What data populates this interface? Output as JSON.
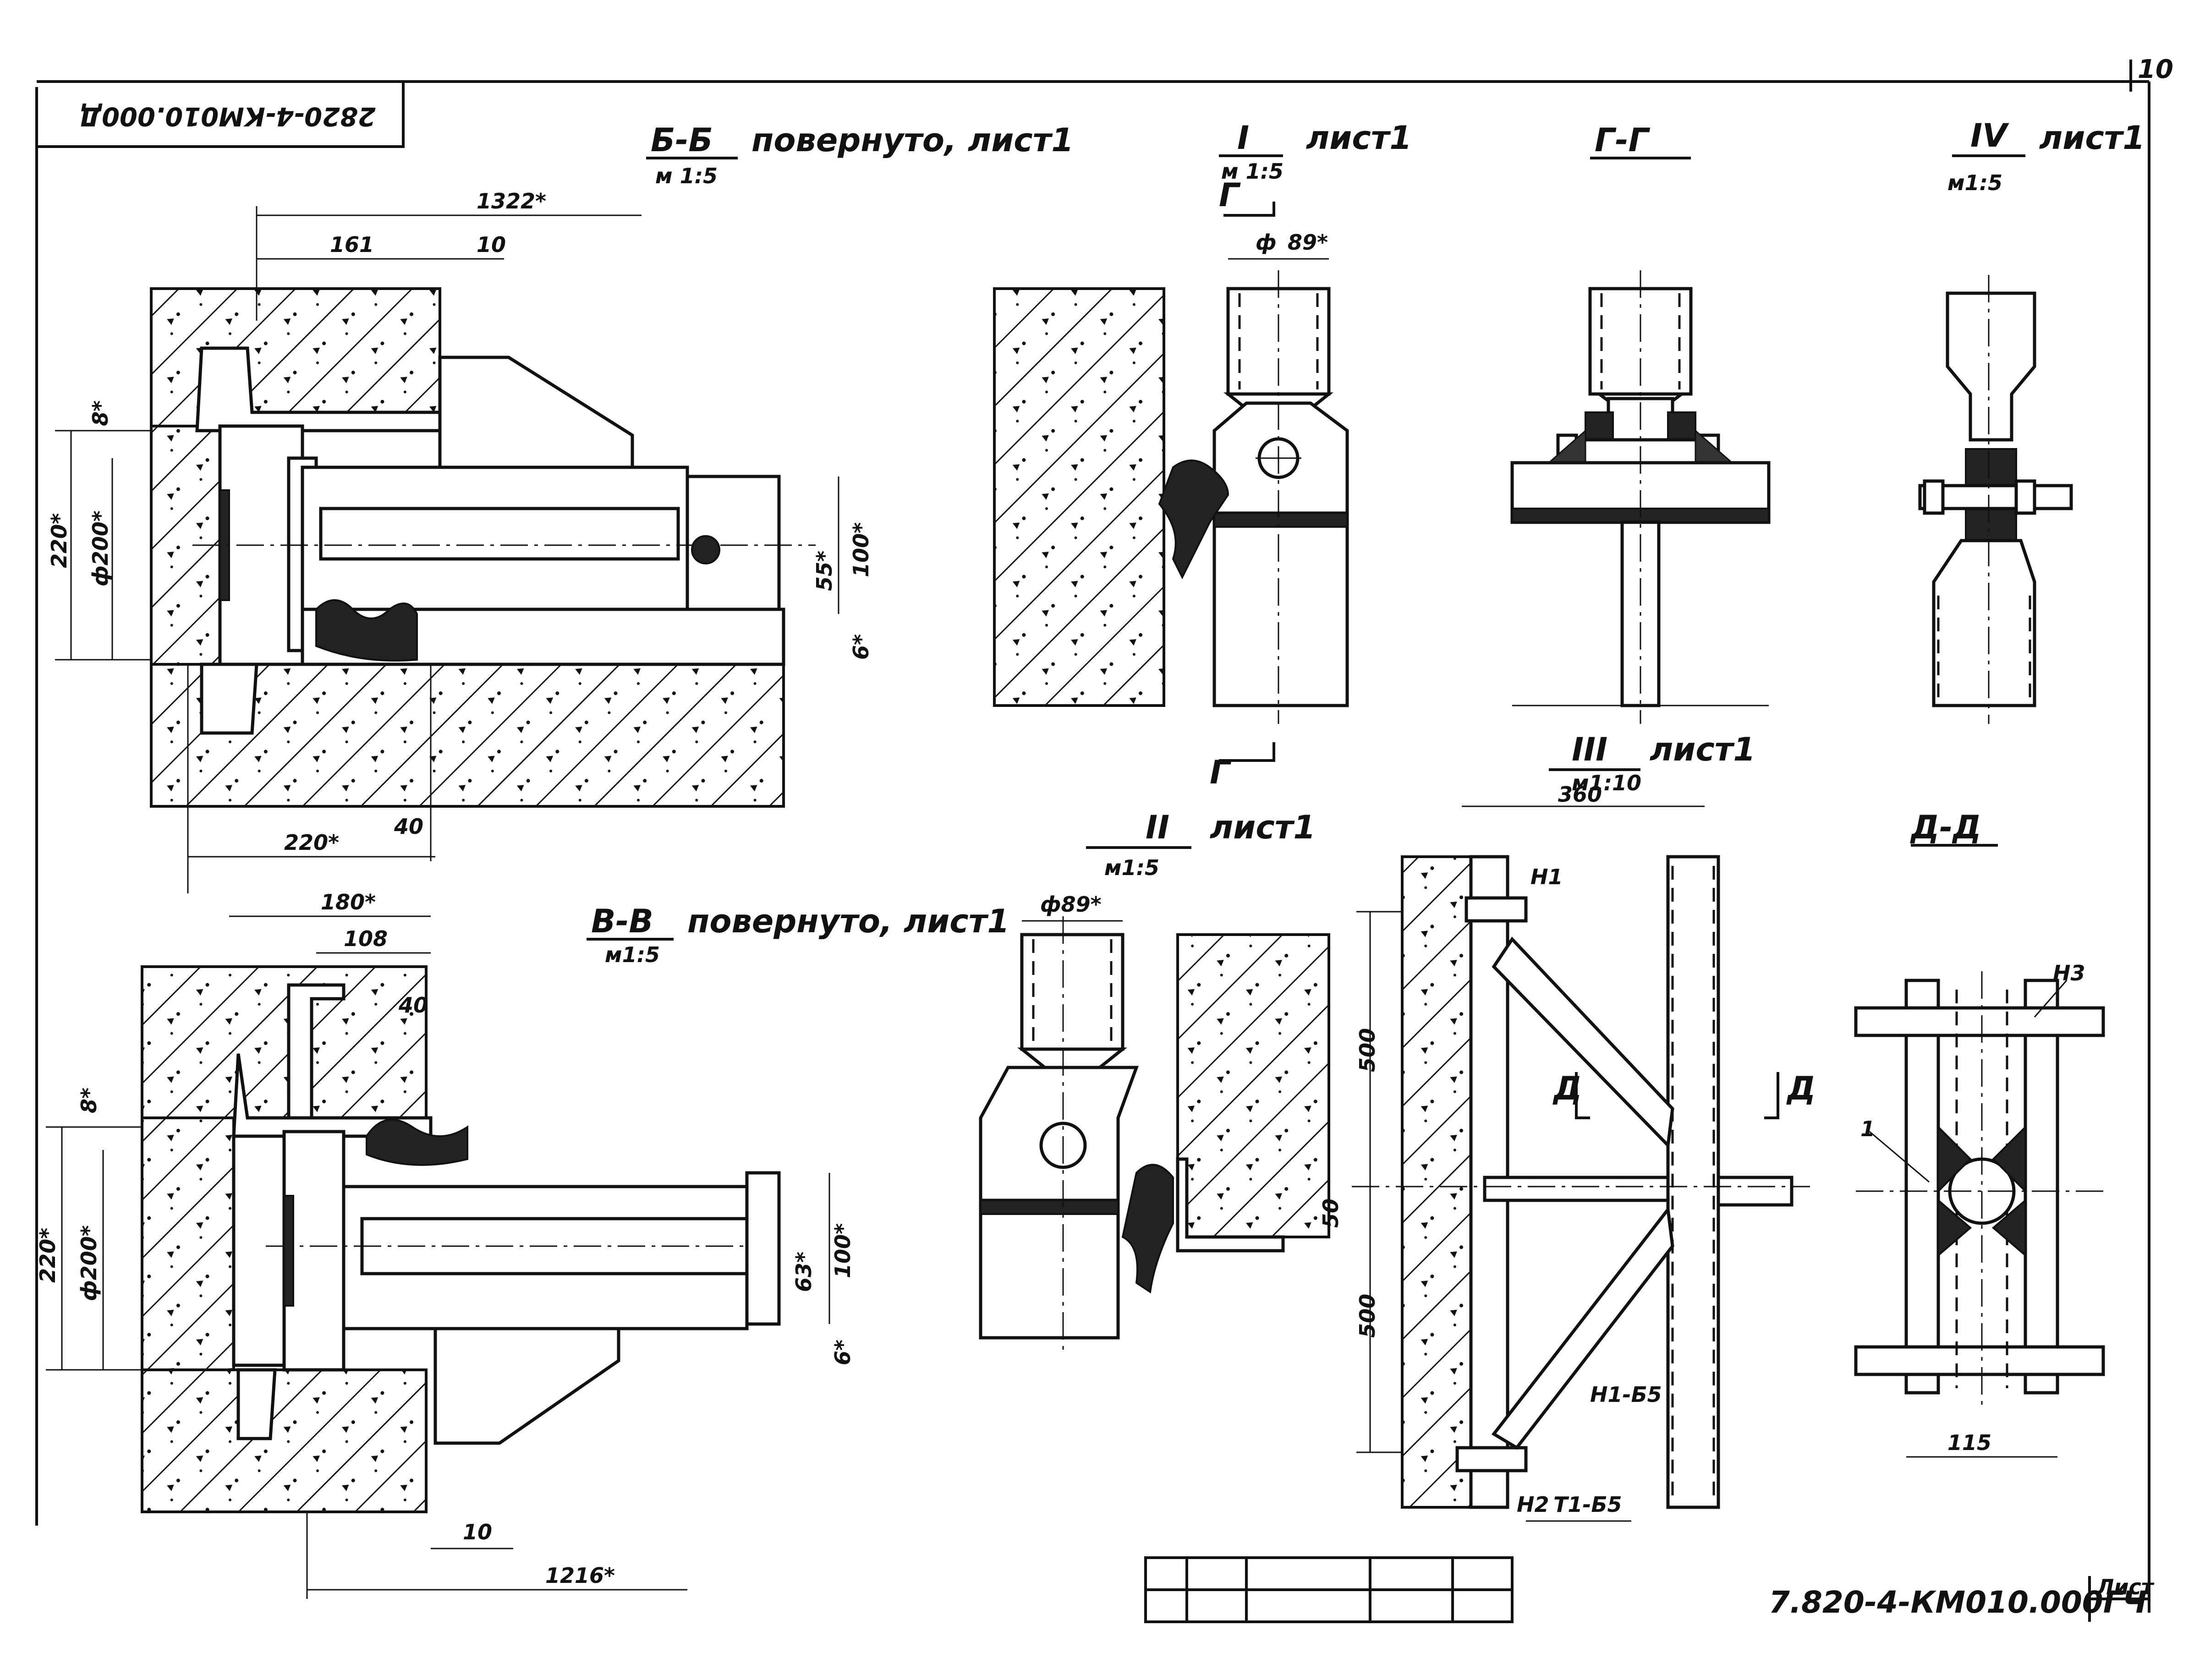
{
  "stamp": "2820-4-КМ010.000Д",
  "sheet_number": "10",
  "document_code": "7.820-4-КМ010.000ГЧ",
  "sheet_label": "Лист",
  "views": {
    "bb": {
      "title": "Б-Б",
      "note": "повернуто, лист1",
      "scale": "м 1:5"
    },
    "vv": {
      "title": "В-В",
      "note": "повернуто, лист1",
      "scale": "м1:5"
    },
    "n1": {
      "title": "I",
      "note": "лист1",
      "scale": "м 1:5"
    },
    "gg": {
      "title": "Г-Г"
    },
    "n4": {
      "title": "IV",
      "note": "лист1",
      "scale": "м1:5"
    },
    "n2": {
      "title": "II",
      "note": "лист1",
      "scale": "м1:5"
    },
    "n3": {
      "title": "III",
      "note": "лист1",
      "scale": "м1:10"
    },
    "dd": {
      "title": "Д-Д"
    }
  },
  "section_marks": {
    "g": "Г",
    "d": "Д"
  },
  "dims": {
    "bb": {
      "d1322": "1322*",
      "d161": "161",
      "d10": "10",
      "d8": "8*",
      "d220": "220*",
      "d200": "ф200*",
      "d55": "55*",
      "d100": "100*",
      "d6": "6*",
      "d40": "40",
      "d220b": "220*"
    },
    "vv": {
      "d180": "180*",
      "d108": "108",
      "d40": "40",
      "d8": "8*",
      "d220": "220*",
      "d200": "ф200*",
      "d63": "63*",
      "d100": "100*",
      "d6": "6*",
      "d10": "10",
      "d1216": "1216*"
    },
    "n1": {
      "d89": "89*",
      "phi": "ф"
    },
    "n2": {
      "d89": "ф89*",
      "d50": "50"
    },
    "n3": {
      "d360": "360",
      "d500a": "500",
      "d500b": "500",
      "n1": "Н1",
      "n1b": "Н1-Б5",
      "n2": "Н2",
      "t1": "Т1-Б5"
    },
    "dd": {
      "d115": "115",
      "n3": "Н3",
      "n1": "1"
    }
  }
}
